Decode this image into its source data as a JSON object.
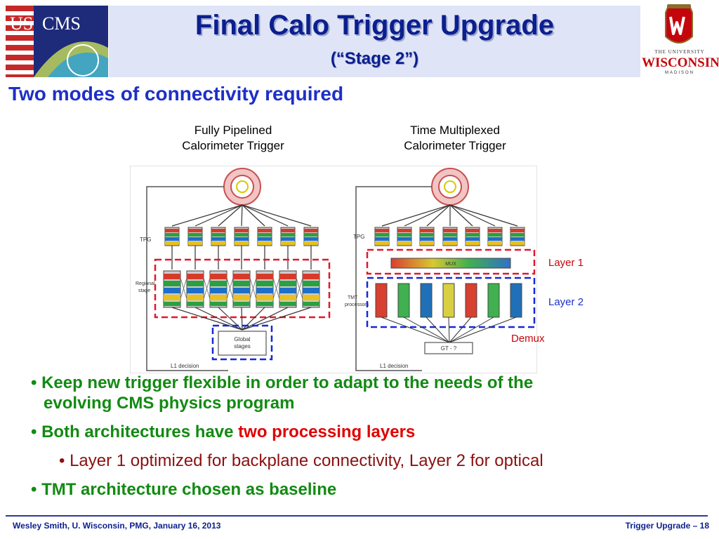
{
  "header": {
    "title": "Final Calo Trigger Upgrade",
    "subtitle": "(“Stage 2”)",
    "logo_left_text": "US CMS",
    "logo_right": {
      "line1": "THE UNIVERSITY",
      "line2": "WISCONSIN",
      "line3": "MADISON"
    }
  },
  "section_heading": "Two modes of connectivity required",
  "diagram": {
    "left_caption": [
      "Fully Pipelined",
      "Calorimeter Trigger"
    ],
    "right_caption": [
      "Time Multiplexed",
      "Calorimeter Trigger"
    ],
    "left_labels": {
      "tpg": "TPG",
      "regional": "Regional",
      "stage": "stage",
      "global1": "Global",
      "global2": "stages",
      "l1": "L1 decision"
    },
    "right_labels": {
      "tpg": "TPG",
      "mux": "MUX",
      "tmt1": "TMT",
      "tmt2": "processors",
      "gt": "GT - ?",
      "l1": "L1 decision"
    },
    "side_labels": {
      "layer1": "Layer 1",
      "layer2": "Layer 2",
      "demux": "Demux"
    }
  },
  "bullets": {
    "b1_line1": "Keep new trigger flexible in order to adapt to the needs of the",
    "b1_line2": "evolving CMS physics program",
    "b2_prefix": "Both architectures have ",
    "b2_highlight": "two processing layers",
    "sub1": "Layer 1 optimized for backplane connectivity, Layer 2 for optical",
    "b3": "TMT architecture chosen as baseline"
  },
  "footer": {
    "left": "Wesley Smith, U. Wisconsin, PMG, January 16, 2013",
    "right": "Trigger Upgrade  – 18"
  },
  "colors": {
    "title": "#0b1f8f",
    "heading": "#1d2fc8",
    "bullet": "#128a12",
    "highlight": "#e00000",
    "sub_bullet": "#8b1010"
  }
}
